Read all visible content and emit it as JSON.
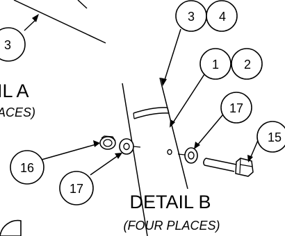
{
  "detail_a": {
    "title": "IL A",
    "subtitle": "ACES)",
    "balloon_3": "3"
  },
  "detail_b": {
    "title": "DETAIL B",
    "subtitle": "(FOUR PLACES)"
  },
  "balloons": {
    "b3": "3",
    "b4": "4",
    "b1": "1",
    "b2": "2",
    "b17_top": "17",
    "b15": "15",
    "b16": "16",
    "b17_bottom": "17"
  },
  "colors": {
    "ink": "#000000",
    "paper": "#ffffff"
  }
}
